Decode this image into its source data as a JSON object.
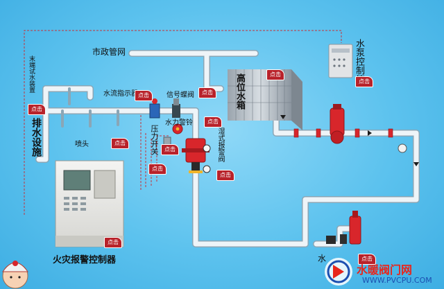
{
  "labels": {
    "municipal_network": "市政管网",
    "pump_control_box": "水泵控制箱",
    "high_tank": "高位水箱",
    "end_test_device": "末端试水装置",
    "drainage": "排水设施",
    "flow_indicator": "水流指示器",
    "signal_valve": "信号蝶阀",
    "hydraulic_bell": "水力警铃",
    "pressure_switch": "压力开关",
    "wet_alarm_valve": "湿式报警阀",
    "sprinkler": "喷头",
    "fire_alarm_controller": "火灾报警控制器",
    "pump_partial": "水"
  },
  "click_badge": "点击",
  "watermark": {
    "brand": "水暖阀门网",
    "url": "WWW.PVCPU.COM"
  },
  "colors": {
    "pipe": "#e9f2f7",
    "pipe_edge": "#8aa6b6",
    "valve_red": "#d8262b",
    "badge_red": "#b8222a",
    "dash": "#c4323a"
  }
}
